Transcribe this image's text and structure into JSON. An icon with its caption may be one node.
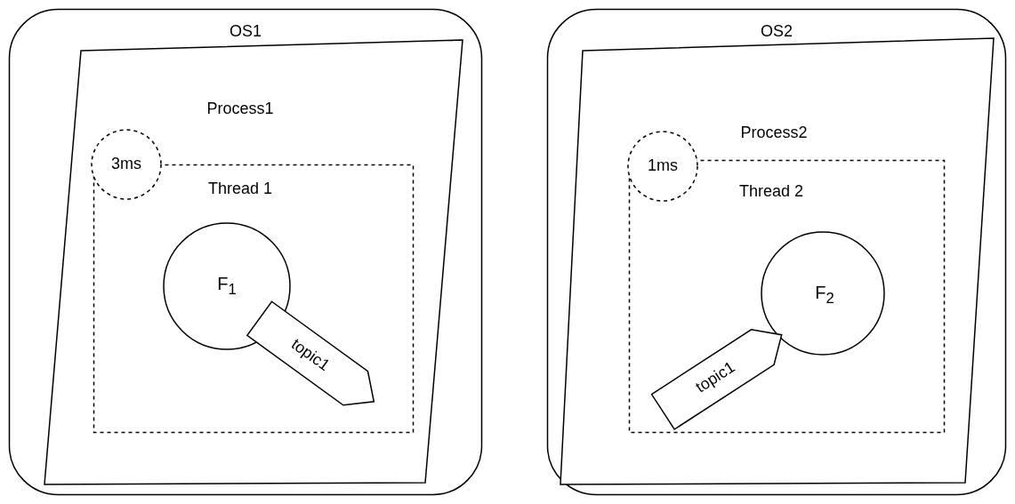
{
  "diagram": {
    "nodes": [
      {
        "text": [
          "OS1"
        ]
      },
      {
        "text": [
          "Process1"
        ],
        "in": 0
      },
      {
        "text": [
          "Thread 1"
        ],
        "in": 1
      },
      {
        "text": [
          "3ms"
        ],
        "in": 1
      },
      {
        "text": [
          "F$_{1}$"
        ],
        "in": 2
      },
      {
        "text": [
          "topic1"
        ],
        "in": 2
      },
      {
        "text": [
          "OS2"
        ]
      },
      {
        "text": [
          "Process2"
        ],
        "in": 6
      },
      {
        "text": [
          "Thread 2"
        ],
        "in": 7
      },
      {
        "text": [
          "1ms"
        ],
        "in": 7
      },
      {
        "text": [
          "F$_{2}$"
        ],
        "in": 8
      },
      {
        "text": [
          "topic1"
        ],
        "in": 8
      }
    ]
  }
}
